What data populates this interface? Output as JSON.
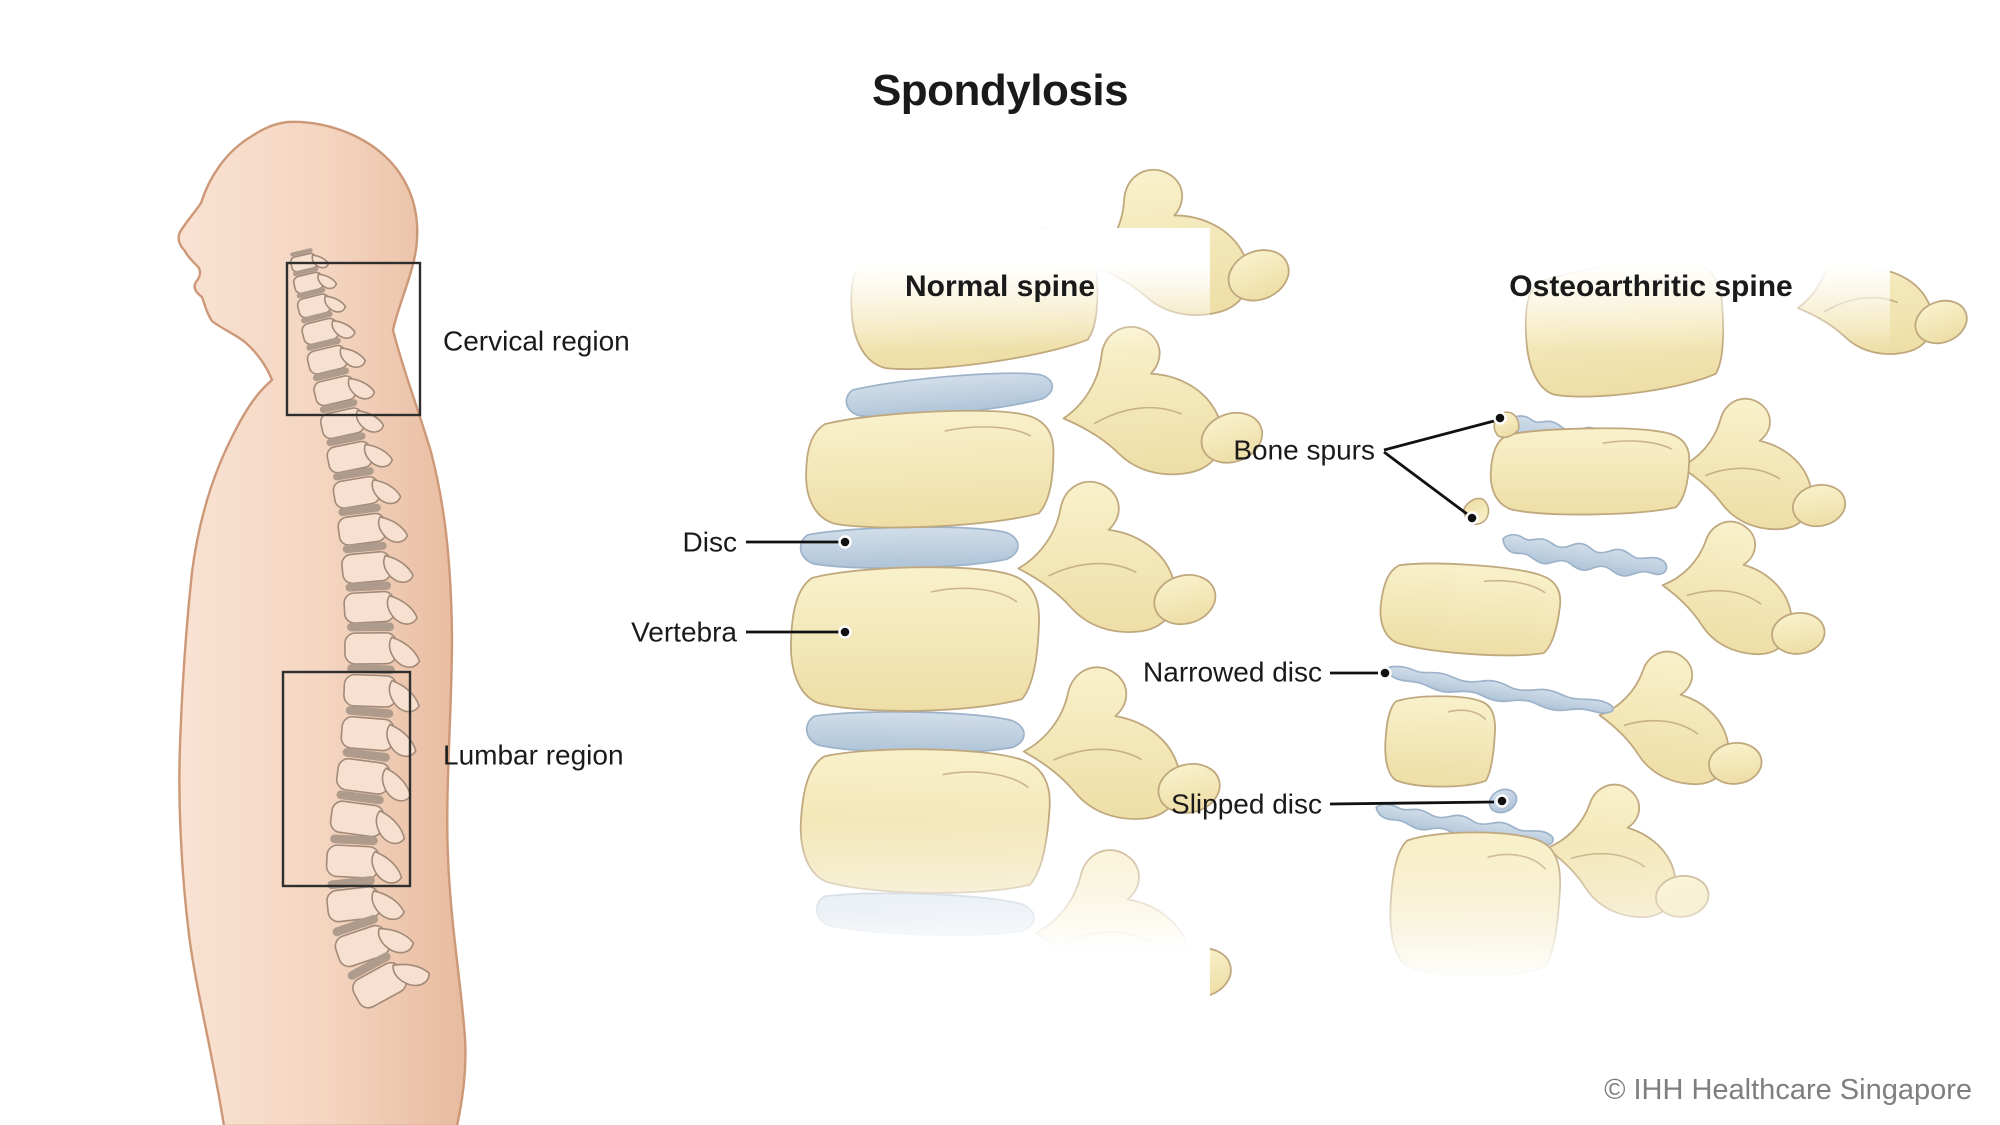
{
  "title": "Spondylosis",
  "body_figure": {
    "regions": [
      {
        "label": "Cervical region"
      },
      {
        "label": "Lumbar region"
      }
    ]
  },
  "normal_spine": {
    "heading": "Normal spine",
    "callouts": [
      {
        "label": "Disc"
      },
      {
        "label": "Vertebra"
      }
    ]
  },
  "osteoarthritic_spine": {
    "heading": "Osteoarthritic spine",
    "callouts": [
      {
        "label": "Bone spurs"
      },
      {
        "label": "Narrowed disc"
      },
      {
        "label": "Slipped disc"
      }
    ]
  },
  "footer": {
    "copyright": "© IHH Healthcare Singapore"
  },
  "colors": {
    "skin_fill": "#F4D5C0",
    "skin_light": "#FAE5D6",
    "skin_edge": "#E7BA9E",
    "skin_outline": "#CC9878",
    "inner_bone": "#F7E0D0",
    "inner_outline": "#A28A79",
    "inner_disc": "#AE9B8B",
    "bone_light": "#F9F1CB",
    "bone_shade": "#EEDEA6",
    "bone_outline": "#C0A87E",
    "disc_light": "#D2DEEA",
    "disc_deep": "#AFC4D8",
    "disc_outline": "#9DB3CA",
    "callout_line": "#111111",
    "text_ink": "#1A1A1A",
    "region_box": "#2E2E2E",
    "copyright_text": "#7F7F7F"
  }
}
